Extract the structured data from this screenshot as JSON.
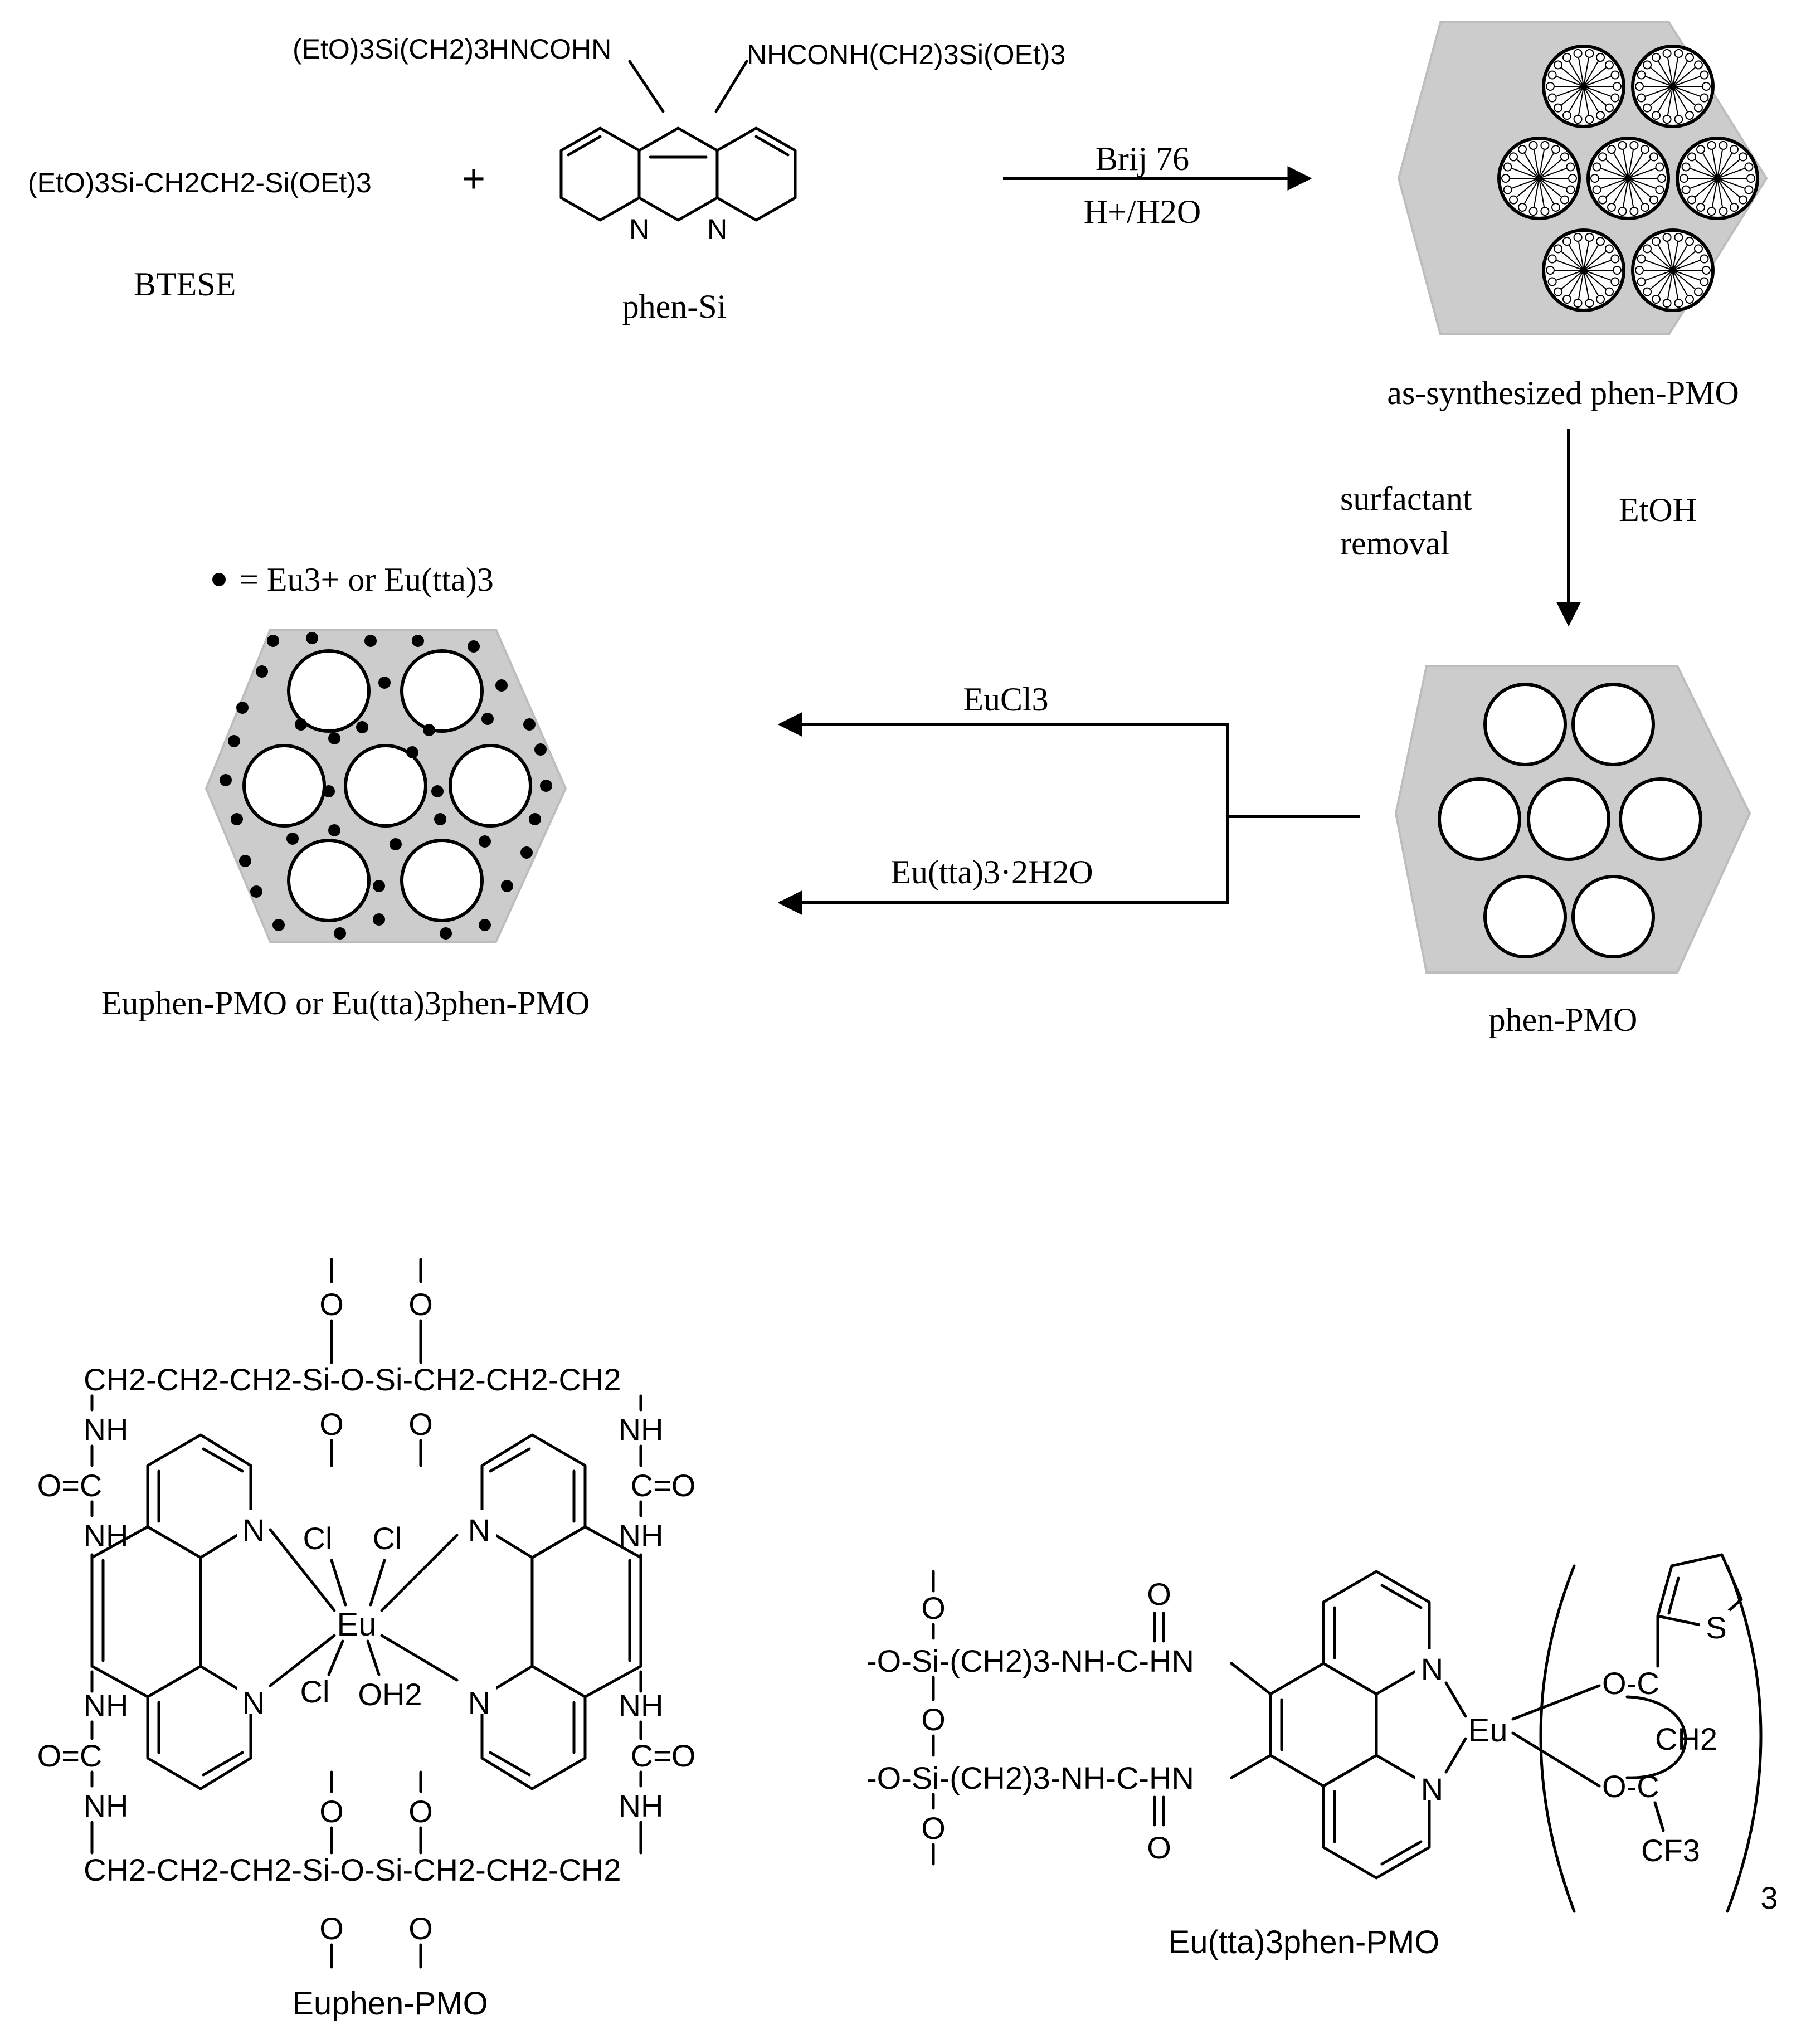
{
  "scheme": {
    "reactant1_formula": "(EtO)3Si-CH2CH2-Si(OEt)3",
    "reactant1_name": "BTESE",
    "plus": "+",
    "reactant2_left_substituent": "(EtO)3Si(CH2)3HNCOHN",
    "reactant2_right_substituent": "NHCONH(CH2)3Si(OEt)3",
    "reactant2_name": "phen-Si",
    "ring_N": "N",
    "reagent_top": "Brij 76",
    "reagent_bottom": "H+/H2O",
    "as_synthesized_label": "as-synthesized phen-PMO",
    "removal_label_1": "surfactant",
    "removal_label_2": "removal",
    "removal_solvent": "EtOH",
    "phen_pmo_label": "phen-PMO",
    "eucl3_label": "EuCl3",
    "eutta_label": "Eu(tta)3·2H2O",
    "legend_text": "= Eu3+ or Eu(tta)3",
    "product_label": "Euphen-PMO or Eu(tta)3phen-PMO"
  },
  "euphen_structure": {
    "name": "Euphen-PMO",
    "top_chain": "CH2-CH2-CH2-Si-O-Si-CH2-CH2-CH2",
    "bottom_chain": "CH2-CH2-CH2-Si-O-Si-CH2-CH2-CH2",
    "O": "O",
    "NH": "NH",
    "carbonyl_left": "O=C",
    "carbonyl_right": "C=O",
    "N": "N",
    "Cl": "Cl",
    "Eu": "Eu",
    "OH2": "OH2"
  },
  "eutta_structure": {
    "name": "Eu(tta)3phen-PMO",
    "chain_top": "-O-Si-(CH2)3-NH-C-HN",
    "chain_bottom": "-O-Si-(CH2)3-NH-C-HN",
    "O": "O",
    "N": "N",
    "Eu": "Eu",
    "S": "S",
    "OC": "O-C",
    "CH2": "CH2",
    "CF3": "CF3",
    "subscript_3": "3"
  },
  "colors": {
    "matrix_gray": "#cccccc",
    "ink": "#000000",
    "background": "#ffffff"
  }
}
